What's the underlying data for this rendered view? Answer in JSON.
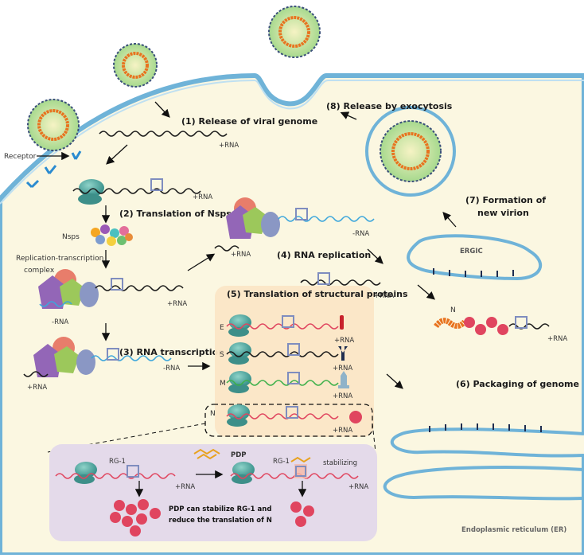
{
  "labels": {
    "receptor": "Receptor",
    "step1": "(1) Release of viral genome",
    "step2": "(2) Translation of Nsps",
    "step3": "(3) RNA transcription",
    "step4": "(4) RNA replication",
    "step5": "(5) Translation of structural proteins",
    "step6": "(6) Packaging of genome",
    "step7_line1": "(7) Formation of",
    "step7_line2": "new virion",
    "step8": "(8) Release by exocytosis",
    "nsps": "Nsps",
    "rtc_line1": "Replication-transcription",
    "rtc_line2": "complex",
    "ergic": "ERGIC",
    "er": "Endoplasmic reticulum (ER)",
    "plus_rna": "+RNA",
    "minus_rna": "-RNA",
    "protein_e": "E",
    "protein_s": "S",
    "protein_m": "M",
    "protein_n": "N",
    "n_label": "N",
    "rg1": "RG-1",
    "pdp": "PDP",
    "stabilizing": "stabilizing",
    "pdp_note_line1": "PDP can stabilize RG-1 and",
    "pdp_note_line2": "reduce the translation of  N"
  },
  "colors": {
    "cell_fill": "#fbf7e1",
    "cell_stroke": "#6fb3d8",
    "box5_fill": "#fbe6c6",
    "inset_fill": "#e4daea",
    "rna_black": "#1a1a1a",
    "rna_blue": "#3ca6dc",
    "rna_red": "#e0455f",
    "rna_green": "#3db04a",
    "ribosome": "#4aa7a0",
    "n_protein": "#e0455f"
  }
}
